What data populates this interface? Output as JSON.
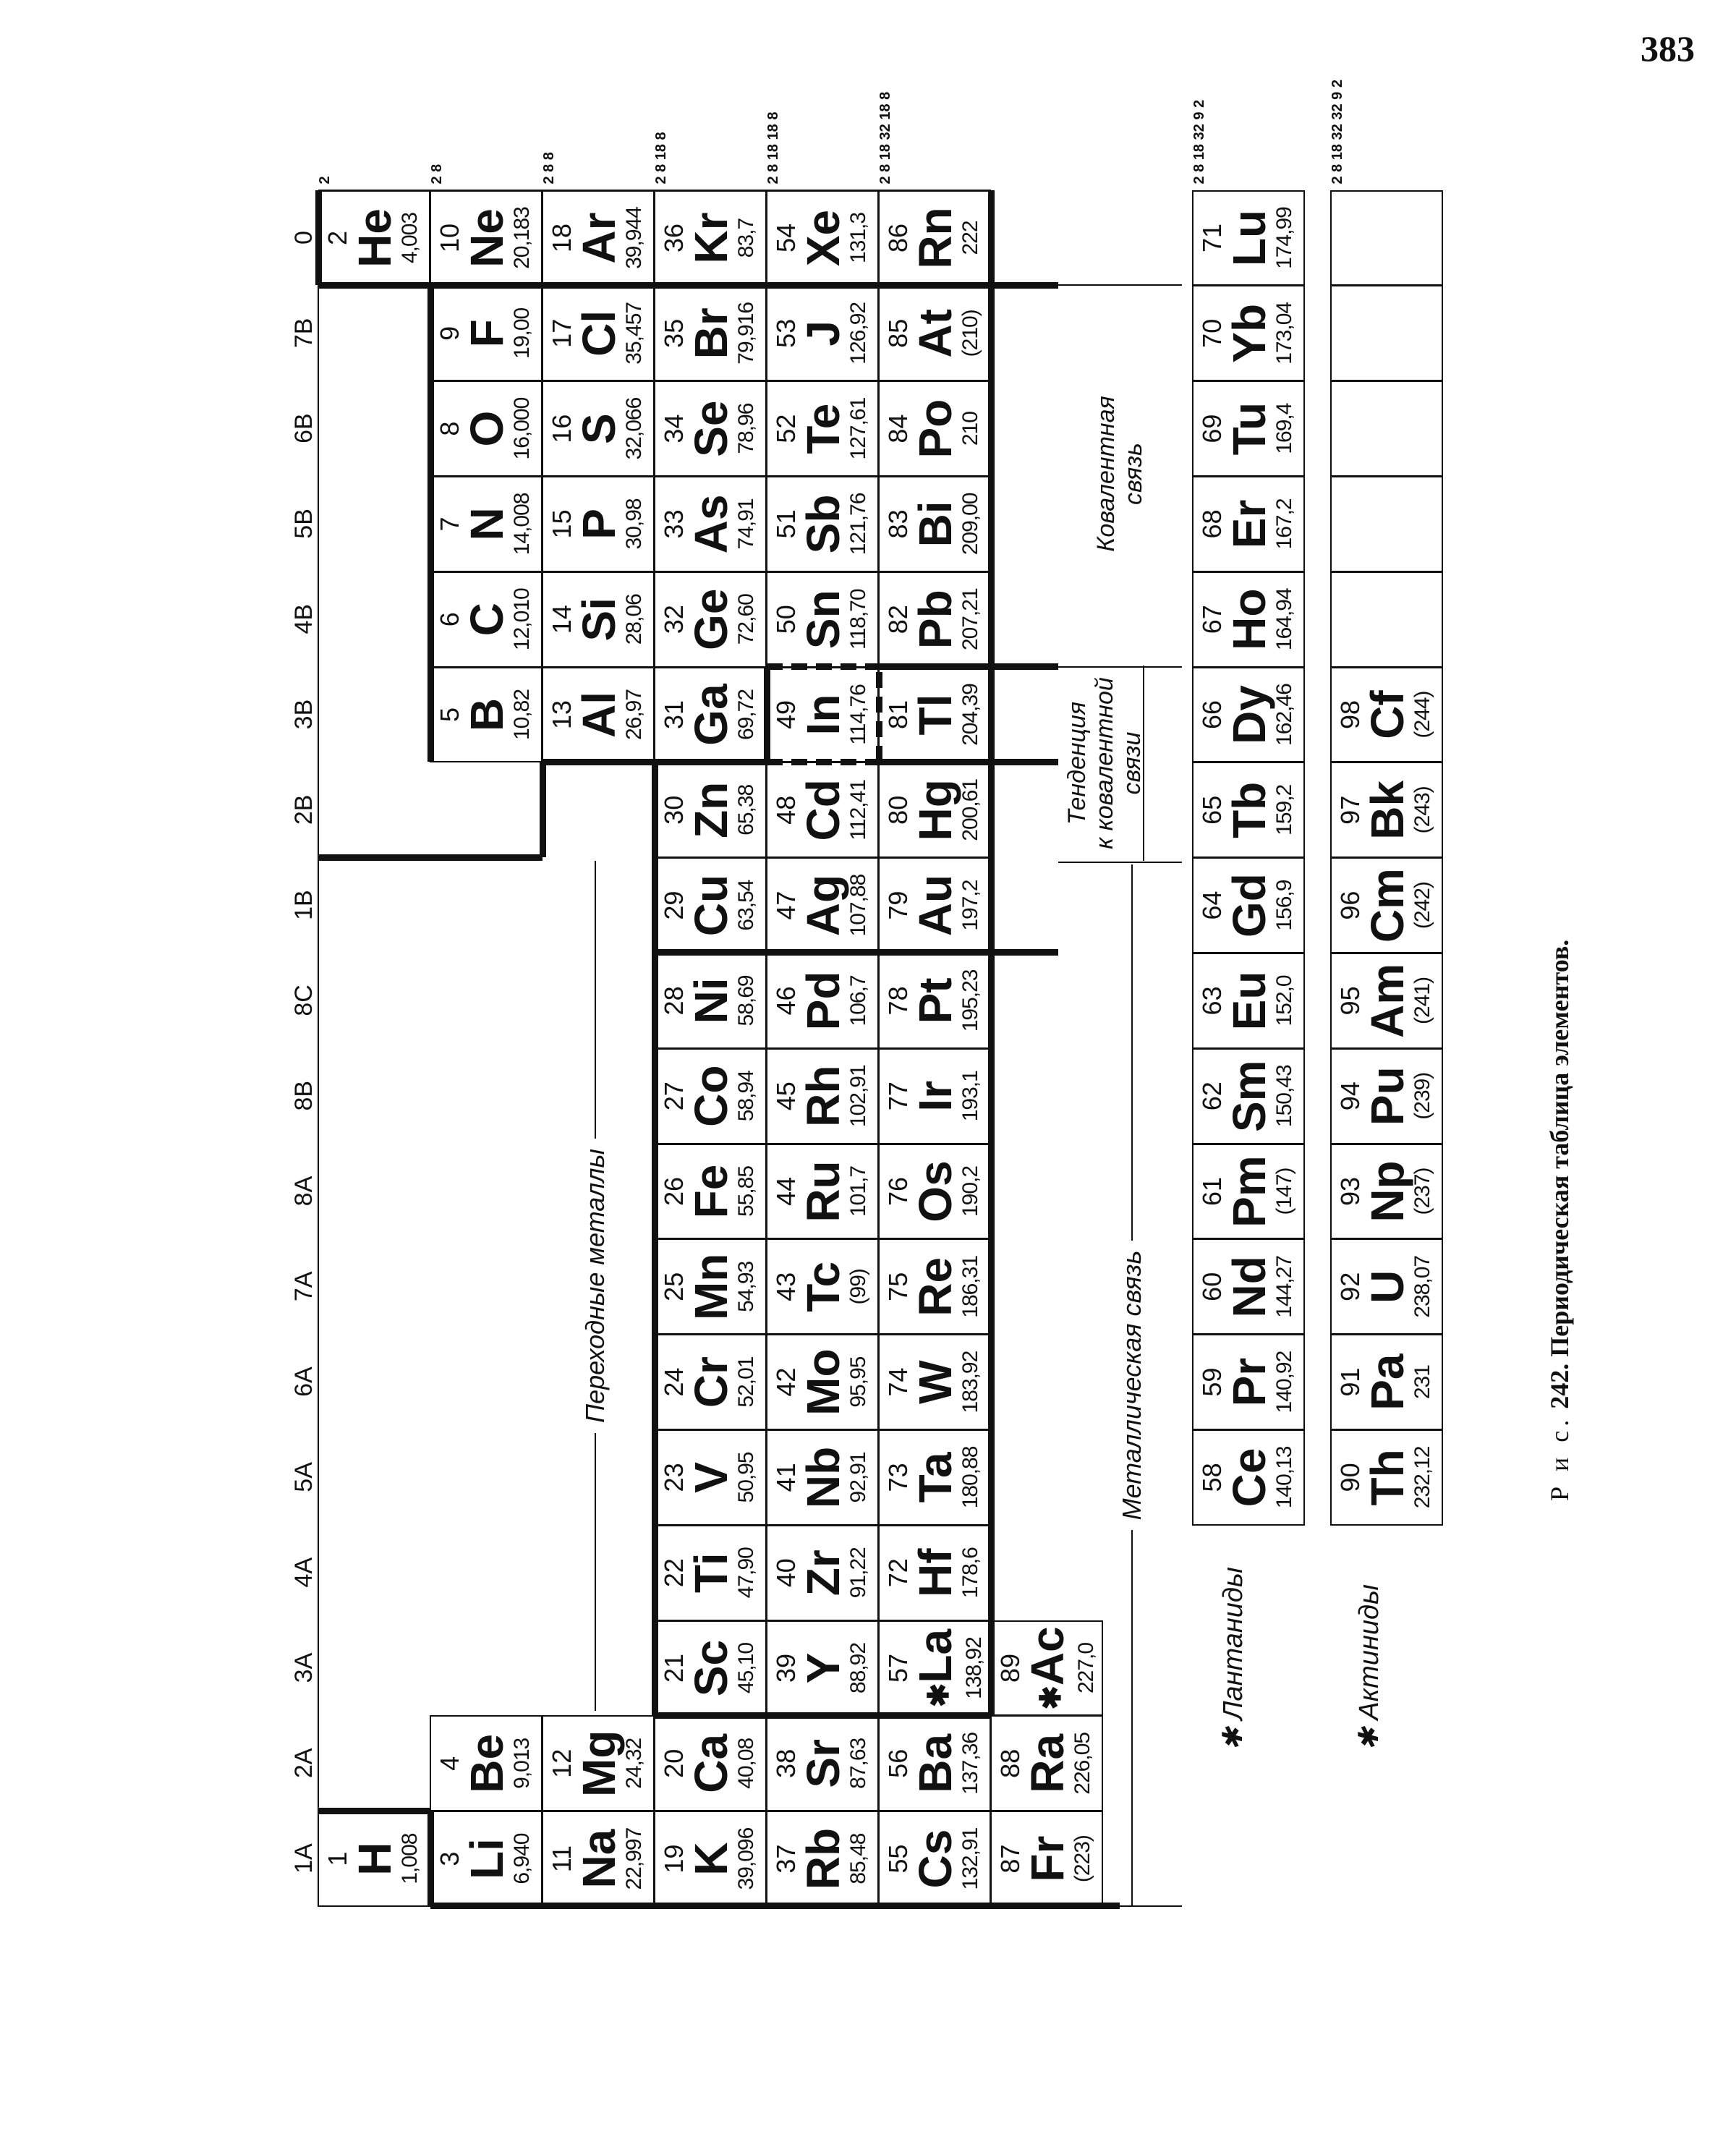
{
  "page_number": "383",
  "group_headers": [
    "1A",
    "2A",
    "3A",
    "4A",
    "5A",
    "6A",
    "7A",
    "8A",
    "8B",
    "8C",
    "1B",
    "2B",
    "3B",
    "4B",
    "5B",
    "6B",
    "7B",
    "0"
  ],
  "elements": [
    {
      "z": "1",
      "sym": "H",
      "mass": "1,008",
      "group": "1A",
      "period": 1
    },
    {
      "z": "2",
      "sym": "He",
      "mass": "4,003",
      "group": "0",
      "period": 1
    },
    {
      "z": "3",
      "sym": "Li",
      "mass": "6,940",
      "group": "1A",
      "period": 2
    },
    {
      "z": "4",
      "sym": "Be",
      "mass": "9,013",
      "group": "2A",
      "period": 2
    },
    {
      "z": "5",
      "sym": "B",
      "mass": "10,82",
      "group": "3B",
      "period": 2
    },
    {
      "z": "6",
      "sym": "C",
      "mass": "12,010",
      "group": "4B",
      "period": 2
    },
    {
      "z": "7",
      "sym": "N",
      "mass": "14,008",
      "group": "5B",
      "period": 2
    },
    {
      "z": "8",
      "sym": "O",
      "mass": "16,000",
      "group": "6B",
      "period": 2
    },
    {
      "z": "9",
      "sym": "F",
      "mass": "19,00",
      "group": "7B",
      "period": 2
    },
    {
      "z": "10",
      "sym": "Ne",
      "mass": "20,183",
      "group": "0",
      "period": 2
    },
    {
      "z": "11",
      "sym": "Na",
      "mass": "22,997",
      "group": "1A",
      "period": 3
    },
    {
      "z": "12",
      "sym": "Mg",
      "mass": "24,32",
      "group": "2A",
      "period": 3
    },
    {
      "z": "13",
      "sym": "Al",
      "mass": "26,97",
      "group": "3B",
      "period": 3
    },
    {
      "z": "14",
      "sym": "Si",
      "mass": "28,06",
      "group": "4B",
      "period": 3
    },
    {
      "z": "15",
      "sym": "P",
      "mass": "30,98",
      "group": "5B",
      "period": 3
    },
    {
      "z": "16",
      "sym": "S",
      "mass": "32,066",
      "group": "6B",
      "period": 3
    },
    {
      "z": "17",
      "sym": "Cl",
      "mass": "35,457",
      "group": "7B",
      "period": 3
    },
    {
      "z": "18",
      "sym": "Ar",
      "mass": "39,944",
      "group": "0",
      "period": 3
    },
    {
      "z": "19",
      "sym": "K",
      "mass": "39,096",
      "group": "1A",
      "period": 4
    },
    {
      "z": "20",
      "sym": "Ca",
      "mass": "40,08",
      "group": "2A",
      "period": 4
    },
    {
      "z": "21",
      "sym": "Sc",
      "mass": "45,10",
      "group": "3A",
      "period": 4
    },
    {
      "z": "22",
      "sym": "Ti",
      "mass": "47,90",
      "group": "4A",
      "period": 4
    },
    {
      "z": "23",
      "sym": "V",
      "mass": "50,95",
      "group": "5A",
      "period": 4
    },
    {
      "z": "24",
      "sym": "Cr",
      "mass": "52,01",
      "group": "6A",
      "period": 4
    },
    {
      "z": "25",
      "sym": "Mn",
      "mass": "54,93",
      "group": "7A",
      "period": 4
    },
    {
      "z": "26",
      "sym": "Fe",
      "mass": "55,85",
      "group": "8A",
      "period": 4
    },
    {
      "z": "27",
      "sym": "Co",
      "mass": "58,94",
      "group": "8B",
      "period": 4
    },
    {
      "z": "28",
      "sym": "Ni",
      "mass": "58,69",
      "group": "8C",
      "period": 4
    },
    {
      "z": "29",
      "sym": "Cu",
      "mass": "63,54",
      "group": "1B",
      "period": 4
    },
    {
      "z": "30",
      "sym": "Zn",
      "mass": "65,38",
      "group": "2B",
      "period": 4
    },
    {
      "z": "31",
      "sym": "Ga",
      "mass": "69,72",
      "group": "3B",
      "period": 4
    },
    {
      "z": "32",
      "sym": "Ge",
      "mass": "72,60",
      "group": "4B",
      "period": 4
    },
    {
      "z": "33",
      "sym": "As",
      "mass": "74,91",
      "group": "5B",
      "period": 4
    },
    {
      "z": "34",
      "sym": "Se",
      "mass": "78,96",
      "group": "6B",
      "period": 4
    },
    {
      "z": "35",
      "sym": "Br",
      "mass": "79,916",
      "group": "7B",
      "period": 4
    },
    {
      "z": "36",
      "sym": "Kr",
      "mass": "83,7",
      "group": "0",
      "period": 4
    },
    {
      "z": "37",
      "sym": "Rb",
      "mass": "85,48",
      "group": "1A",
      "period": 5
    },
    {
      "z": "38",
      "sym": "Sr",
      "mass": "87,63",
      "group": "2A",
      "period": 5
    },
    {
      "z": "39",
      "sym": "Y",
      "mass": "88,92",
      "group": "3A",
      "period": 5
    },
    {
      "z": "40",
      "sym": "Zr",
      "mass": "91,22",
      "group": "4A",
      "period": 5
    },
    {
      "z": "41",
      "sym": "Nb",
      "mass": "92,91",
      "group": "5A",
      "period": 5
    },
    {
      "z": "42",
      "sym": "Mo",
      "mass": "95,95",
      "group": "6A",
      "period": 5
    },
    {
      "z": "43",
      "sym": "Tc",
      "mass": "(99)",
      "group": "7A",
      "period": 5
    },
    {
      "z": "44",
      "sym": "Ru",
      "mass": "101,7",
      "group": "8A",
      "period": 5
    },
    {
      "z": "45",
      "sym": "Rh",
      "mass": "102,91",
      "group": "8B",
      "period": 5
    },
    {
      "z": "46",
      "sym": "Pd",
      "mass": "106,7",
      "group": "8C",
      "period": 5
    },
    {
      "z": "47",
      "sym": "Ag",
      "mass": "107,88",
      "group": "1B",
      "period": 5
    },
    {
      "z": "48",
      "sym": "Cd",
      "mass": "112,41",
      "group": "2B",
      "period": 5
    },
    {
      "z": "49",
      "sym": "In",
      "mass": "114,76",
      "group": "3B",
      "period": 5
    },
    {
      "z": "50",
      "sym": "Sn",
      "mass": "118,70",
      "group": "4B",
      "period": 5
    },
    {
      "z": "51",
      "sym": "Sb",
      "mass": "121,76",
      "group": "5B",
      "period": 5
    },
    {
      "z": "52",
      "sym": "Te",
      "mass": "127,61",
      "group": "6B",
      "period": 5
    },
    {
      "z": "53",
      "sym": "J",
      "mass": "126,92",
      "group": "7B",
      "period": 5
    },
    {
      "z": "54",
      "sym": "Xe",
      "mass": "131,3",
      "group": "0",
      "period": 5
    },
    {
      "z": "55",
      "sym": "Cs",
      "mass": "132,91",
      "group": "1A",
      "period": 6
    },
    {
      "z": "56",
      "sym": "Ba",
      "mass": "137,36",
      "group": "2A",
      "period": 6
    },
    {
      "z": "57",
      "sym": "La",
      "mass": "138,92",
      "group": "3A",
      "period": 6,
      "star": "✱"
    },
    {
      "z": "72",
      "sym": "Hf",
      "mass": "178,6",
      "group": "4A",
      "period": 6
    },
    {
      "z": "73",
      "sym": "Ta",
      "mass": "180,88",
      "group": "5A",
      "period": 6
    },
    {
      "z": "74",
      "sym": "W",
      "mass": "183,92",
      "group": "6A",
      "period": 6
    },
    {
      "z": "75",
      "sym": "Re",
      "mass": "186,31",
      "group": "7A",
      "period": 6
    },
    {
      "z": "76",
      "sym": "Os",
      "mass": "190,2",
      "group": "8A",
      "period": 6
    },
    {
      "z": "77",
      "sym": "Ir",
      "mass": "193,1",
      "group": "8B",
      "period": 6
    },
    {
      "z": "78",
      "sym": "Pt",
      "mass": "195,23",
      "group": "8C",
      "period": 6
    },
    {
      "z": "79",
      "sym": "Au",
      "mass": "197,2",
      "group": "1B",
      "period": 6
    },
    {
      "z": "80",
      "sym": "Hg",
      "mass": "200,61",
      "group": "2B",
      "period": 6
    },
    {
      "z": "81",
      "sym": "Tl",
      "mass": "204,39",
      "group": "3B",
      "period": 6
    },
    {
      "z": "82",
      "sym": "Pb",
      "mass": "207,21",
      "group": "4B",
      "period": 6
    },
    {
      "z": "83",
      "sym": "Bi",
      "mass": "209,00",
      "group": "5B",
      "period": 6
    },
    {
      "z": "84",
      "sym": "Po",
      "mass": "210",
      "group": "6B",
      "period": 6
    },
    {
      "z": "85",
      "sym": "At",
      "mass": "(210)",
      "group": "7B",
      "period": 6
    },
    {
      "z": "86",
      "sym": "Rn",
      "mass": "222",
      "group": "0",
      "period": 6
    },
    {
      "z": "87",
      "sym": "Fr",
      "mass": "(223)",
      "group": "1A",
      "period": 7
    },
    {
      "z": "88",
      "sym": "Ra",
      "mass": "226,05",
      "group": "2A",
      "period": 7
    },
    {
      "z": "89",
      "sym": "Ac",
      "mass": "227,0",
      "group": "3A",
      "period": 7,
      "star": "✱"
    }
  ],
  "noble_gas_shells": [
    "2",
    "2 8",
    "2 8 8",
    "2 8 18 8",
    "2 8 18 18 8",
    "2 8 18 32 18 8"
  ],
  "lanthanides": {
    "label": "Лантаниды",
    "star": "✱",
    "shells": "2 8 18 32 9 2",
    "elements": [
      {
        "z": "58",
        "sym": "Ce",
        "mass": "140,13"
      },
      {
        "z": "59",
        "sym": "Pr",
        "mass": "140,92"
      },
      {
        "z": "60",
        "sym": "Nd",
        "mass": "144,27"
      },
      {
        "z": "61",
        "sym": "Pm",
        "mass": "(147)"
      },
      {
        "z": "62",
        "sym": "Sm",
        "mass": "150,43"
      },
      {
        "z": "63",
        "sym": "Eu",
        "mass": "152,0"
      },
      {
        "z": "64",
        "sym": "Gd",
        "mass": "156,9"
      },
      {
        "z": "65",
        "sym": "Tb",
        "mass": "159,2"
      },
      {
        "z": "66",
        "sym": "Dy",
        "mass": "162,46"
      },
      {
        "z": "67",
        "sym": "Ho",
        "mass": "164,94"
      },
      {
        "z": "68",
        "sym": "Er",
        "mass": "167,2"
      },
      {
        "z": "69",
        "sym": "Tu",
        "mass": "169,4"
      },
      {
        "z": "70",
        "sym": "Yb",
        "mass": "173,04"
      },
      {
        "z": "71",
        "sym": "Lu",
        "mass": "174,99"
      }
    ]
  },
  "actinides": {
    "label": "Актиниды",
    "star": "✱",
    "shells": "2 8 18 32 32 9 2",
    "elements": [
      {
        "z": "90",
        "sym": "Th",
        "mass": "232,12"
      },
      {
        "z": "91",
        "sym": "Pa",
        "mass": "231"
      },
      {
        "z": "92",
        "sym": "U",
        "mass": "238,07"
      },
      {
        "z": "93",
        "sym": "Np",
        "mass": "(237)"
      },
      {
        "z": "94",
        "sym": "Pu",
        "mass": "(239)"
      },
      {
        "z": "95",
        "sym": "Am",
        "mass": "(241)"
      },
      {
        "z": "96",
        "sym": "Cm",
        "mass": "(242)"
      },
      {
        "z": "97",
        "sym": "Bk",
        "mass": "(243)"
      },
      {
        "z": "98",
        "sym": "Cf",
        "mass": "(244)"
      }
    ],
    "empty_cells": 5
  },
  "annotations": {
    "transition_metals": "Переходные металлы",
    "metallic_bond": "Металлическая связь",
    "tendency_line1": "Тенденция",
    "tendency_line2": "к ковалентной",
    "tendency_line3": "связи",
    "covalent_line1": "Ковалентная",
    "covalent_line2": "связь"
  },
  "caption": {
    "prefix": "Р и с.",
    "text": "242. Периодическая таблица элементов."
  }
}
